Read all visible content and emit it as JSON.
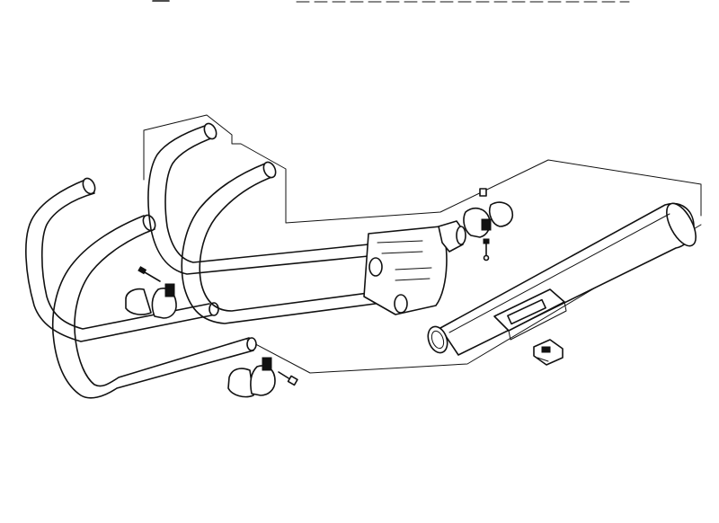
{
  "diagram": {
    "parts": [
      {
        "name": "front-header-pipe-left",
        "icon": "exhaust-header-icon"
      },
      {
        "name": "front-header-pipe-right",
        "icon": "exhaust-header-icon"
      },
      {
        "name": "rear-header-pipe-assembly",
        "icon": "exhaust-header-icon"
      },
      {
        "name": "collector",
        "icon": "collector-icon"
      },
      {
        "name": "muffler",
        "icon": "muffler-icon"
      },
      {
        "name": "pipe-clamps",
        "icon": "clamp-icon"
      },
      {
        "name": "bolts",
        "icon": "bolt-icon"
      },
      {
        "name": "gaskets",
        "icon": "gasket-icon"
      },
      {
        "name": "rubber-mount",
        "icon": "mount-icon"
      }
    ],
    "colors": {
      "line": "#111111",
      "background": "#ffffff"
    }
  }
}
